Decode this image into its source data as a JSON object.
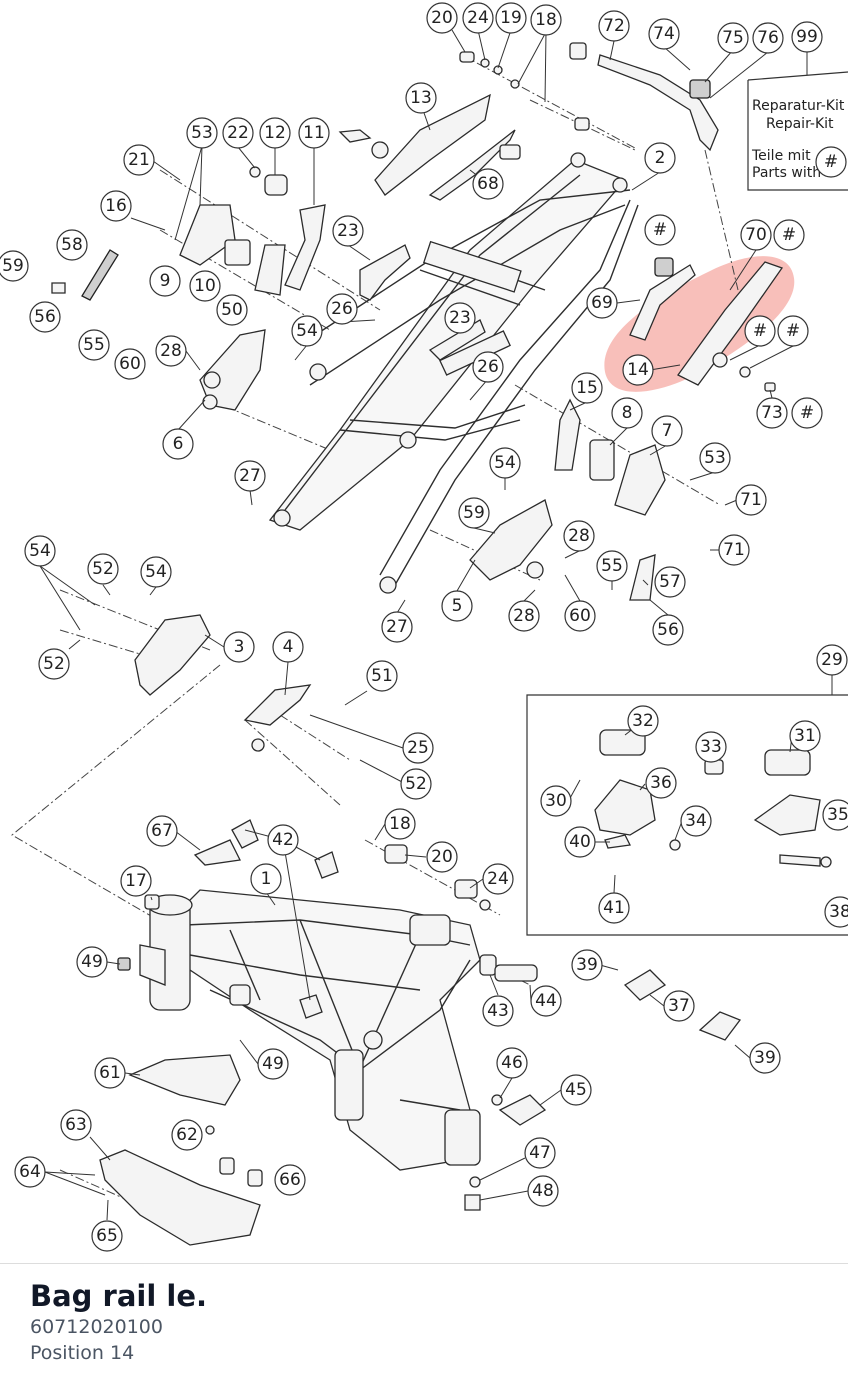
{
  "part": {
    "name": "Bag rail le.",
    "number": "60712020100",
    "position": "Position 14"
  },
  "highlight_color": "#f28b82",
  "kit_legend": {
    "callout": "99",
    "line1": "Reparatur-Kit",
    "line2": "Repair-Kit",
    "line3": "Teile mit",
    "line4": "Parts with",
    "symbol": "#"
  },
  "callouts": {
    "c20a": "20",
    "c24a": "24",
    "c19": "19",
    "c18a": "18",
    "c72": "72",
    "c74": "74",
    "c75": "75",
    "c76": "76",
    "c13": "13",
    "c53a": "53",
    "c22": "22",
    "c12": "12",
    "c11": "11",
    "c21": "21",
    "c2": "2",
    "c68": "68",
    "c16": "16",
    "c23a": "23",
    "c70": "70",
    "h1": "#",
    "h2": "#",
    "c58": "58",
    "c9": "9",
    "c10": "10",
    "c59a": "59",
    "c50": "50",
    "c69": "69",
    "h3": "#",
    "h4": "#",
    "c56a": "56",
    "c26a": "26",
    "c23b": "23",
    "c55a": "55",
    "c54a": "54",
    "c60a": "60",
    "c28a": "28",
    "c14": "14",
    "c26b": "26",
    "c73": "73",
    "h5": "#",
    "c15": "15",
    "c8": "8",
    "c7": "7",
    "c6": "6",
    "c53b": "53",
    "c71a": "71",
    "c27a": "27",
    "c54b": "54",
    "c59b": "59",
    "c28b": "28",
    "c71b": "71",
    "c54c": "54",
    "c52a": "52",
    "c54d": "54",
    "c55b": "55",
    "c57": "57",
    "c5": "5",
    "c27b": "27",
    "c28c": "28",
    "c60b": "60",
    "c56b": "56",
    "c3": "3",
    "c52b": "52",
    "c4": "4",
    "c29": "29",
    "c51": "51",
    "c32": "32",
    "c33": "33",
    "c31": "31",
    "c25": "25",
    "c52c": "52",
    "c30": "30",
    "c36": "36",
    "c35": "35",
    "c34": "34",
    "c40": "40",
    "c41": "41",
    "c38": "38",
    "c67": "67",
    "c42": "42",
    "c18b": "18",
    "c20b": "20",
    "c17": "17",
    "c1": "1",
    "c24b": "24",
    "c39a": "39",
    "c49a": "49",
    "c43": "43",
    "c44": "44",
    "c37": "37",
    "c39b": "39",
    "c61": "61",
    "c49b": "49",
    "c46": "46",
    "c45": "45",
    "c63": "63",
    "c62": "62",
    "c47": "47",
    "c66": "66",
    "c64": "64",
    "c48": "48",
    "c65": "65"
  }
}
